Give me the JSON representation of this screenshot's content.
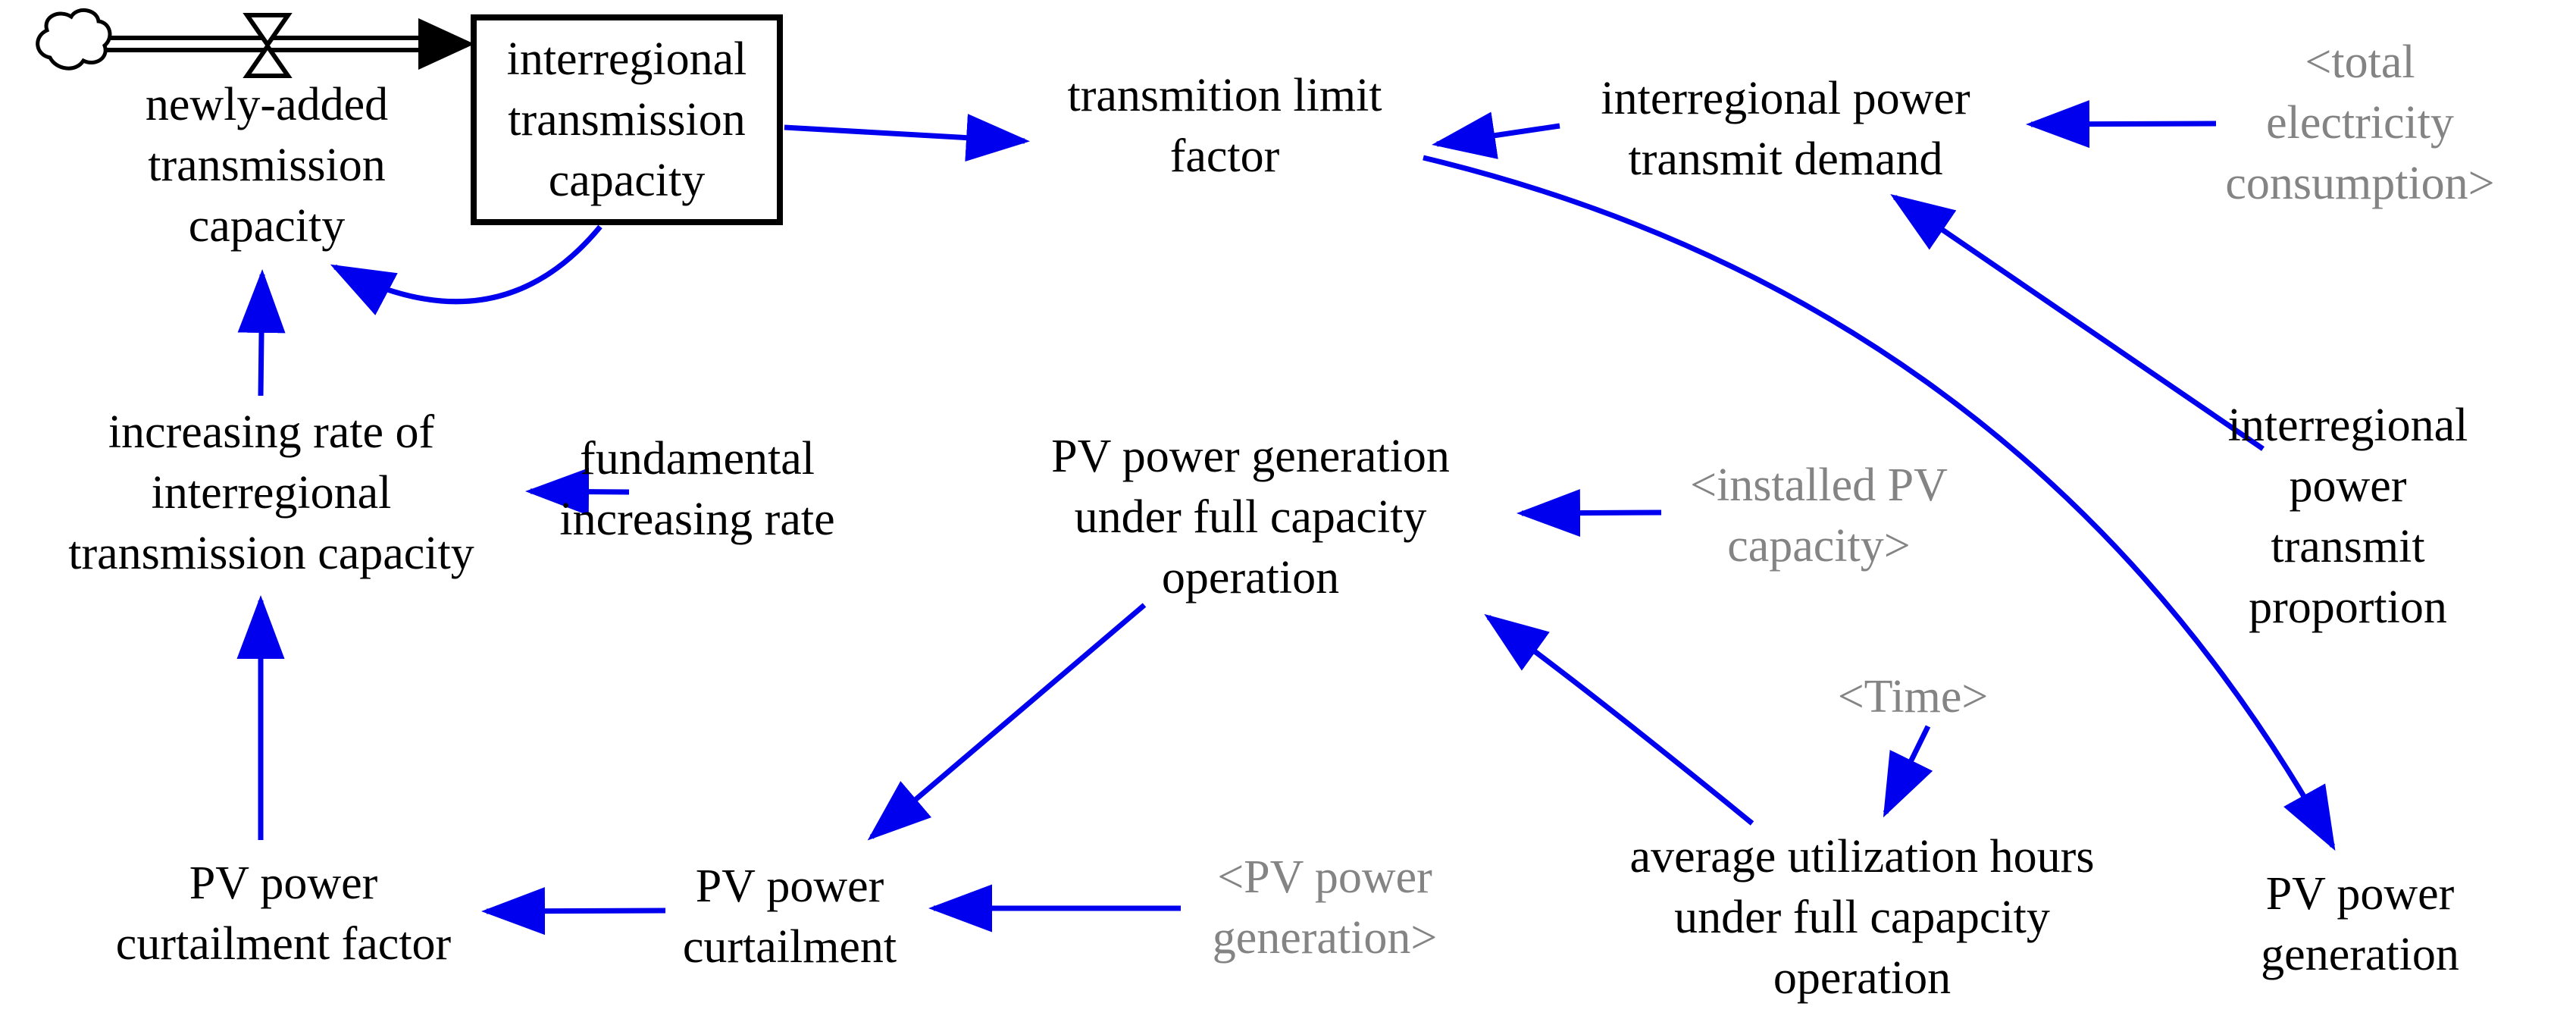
{
  "diagram": {
    "type": "system-dynamics-stock-flow",
    "background_color": "#ffffff",
    "arrow_color": "#0000ee",
    "flow_structure_color": "#000000",
    "text_color": "#000000",
    "shadow_variable_color": "#848484",
    "symbols": {
      "cloud": "source-sink-cloud",
      "valve": "flow-rate-valve",
      "pipe": "double-line-flow-pipe"
    },
    "nodes": [
      {
        "id": "interregional-transmission-capacity",
        "type": "stock",
        "label": "interregional\ntransmission\ncapacity"
      },
      {
        "id": "newly-added-transmission-capacity",
        "type": "flow",
        "label": "newly-added\ntransmission\ncapacity"
      },
      {
        "id": "transmition-limit-factor",
        "type": "variable",
        "label": "transmition limit\nfactor"
      },
      {
        "id": "interregional-power-transmit-demand",
        "type": "variable",
        "label": "interregional power\ntransmit demand"
      },
      {
        "id": "total-electricity-consumption",
        "type": "shadow-variable",
        "label": "<total electricity\nconsumption>"
      },
      {
        "id": "increasing-rate-of-interregional-transmission-capacity",
        "type": "variable",
        "label": "increasing rate of\ninterregional\ntransmission capacity"
      },
      {
        "id": "fundamental-increasing-rate",
        "type": "variable",
        "label": "fundamental\nincreasing rate"
      },
      {
        "id": "pv-power-generation-under-full-capacity-operation",
        "type": "variable",
        "label": "PV power generation\nunder full capacity\noperation"
      },
      {
        "id": "installed-pv-capacity",
        "type": "shadow-variable",
        "label": "<installed PV\ncapacity>"
      },
      {
        "id": "interregional-power-transmit-proportion",
        "type": "variable",
        "label": "interregional power\ntransmit proportion"
      },
      {
        "id": "time",
        "type": "shadow-variable",
        "label": "<Time>"
      },
      {
        "id": "pv-power-curtailment-factor",
        "type": "variable",
        "label": "PV power\ncurtailment factor"
      },
      {
        "id": "pv-power-curtailment",
        "type": "variable",
        "label": "PV power\ncurtailment"
      },
      {
        "id": "pv-power-generation-shadow",
        "type": "shadow-variable",
        "label": "<PV power\ngeneration>"
      },
      {
        "id": "average-utilization-hours-under-full-capapcity-operation",
        "type": "variable",
        "label": "average utilization hours\nunder full capapcity\noperation"
      },
      {
        "id": "pv-power-generation",
        "type": "variable",
        "label": "PV power\ngeneration"
      }
    ],
    "connections": [
      {
        "from": "cloud-source",
        "to": "interregional-transmission-capacity",
        "kind": "flow-pipe"
      },
      {
        "from": "interregional-transmission-capacity",
        "to": "transmition-limit-factor",
        "kind": "causal"
      },
      {
        "from": "interregional-power-transmit-demand",
        "to": "transmition-limit-factor",
        "kind": "causal"
      },
      {
        "from": "total-electricity-consumption",
        "to": "interregional-power-transmit-demand",
        "kind": "causal"
      },
      {
        "from": "interregional-transmission-capacity",
        "to": "newly-added-transmission-capacity",
        "kind": "causal"
      },
      {
        "from": "increasing-rate-of-interregional-transmission-capacity",
        "to": "newly-added-transmission-capacity",
        "kind": "causal"
      },
      {
        "from": "fundamental-increasing-rate",
        "to": "increasing-rate-of-interregional-transmission-capacity",
        "kind": "causal"
      },
      {
        "from": "pv-power-curtailment-factor",
        "to": "increasing-rate-of-interregional-transmission-capacity",
        "kind": "causal"
      },
      {
        "from": "pv-power-generation-under-full-capacity-operation",
        "to": "pv-power-curtailment",
        "kind": "causal"
      },
      {
        "from": "installed-pv-capacity",
        "to": "pv-power-generation-under-full-capacity-operation",
        "kind": "causal"
      },
      {
        "from": "average-utilization-hours-under-full-capapcity-operation",
        "to": "pv-power-generation-under-full-capacity-operation",
        "kind": "causal"
      },
      {
        "from": "time",
        "to": "average-utilization-hours-under-full-capapcity-operation",
        "kind": "causal"
      },
      {
        "from": "pv-power-generation-shadow",
        "to": "pv-power-curtailment",
        "kind": "causal"
      },
      {
        "from": "pv-power-curtailment",
        "to": "pv-power-curtailment-factor",
        "kind": "causal"
      },
      {
        "from": "interregional-power-transmit-proportion",
        "to": "interregional-power-transmit-demand",
        "kind": "causal"
      },
      {
        "from": "transmition-limit-factor",
        "to": "pv-power-generation",
        "kind": "causal"
      }
    ]
  }
}
